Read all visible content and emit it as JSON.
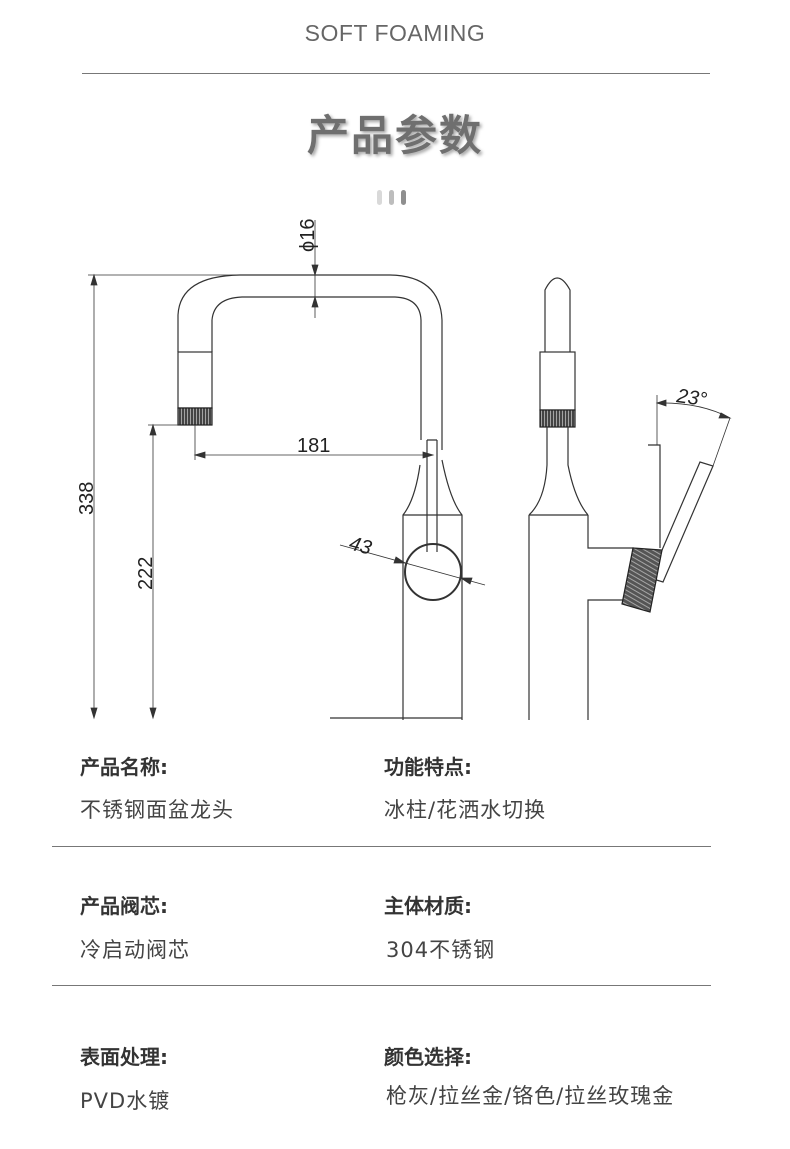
{
  "header": {
    "subtitle": "SOFT FOAMING",
    "title": "产品参数"
  },
  "colors": {
    "line": "#777777",
    "text": "#333333",
    "value_text": "#444444",
    "dot_light": "#d9d9d9",
    "dot_mid": "#bdbdbd",
    "dot_dark": "#8f8f8f"
  },
  "diagram": {
    "dim_pipe": "ϕ16",
    "dim_height_total": "338",
    "dim_height_outlet": "222",
    "dim_reach": "181",
    "dim_base": "43",
    "dim_angle": "23°"
  },
  "specs": [
    {
      "label": "产品名称:",
      "value": "不锈钢面盆龙头"
    },
    {
      "label": "功能特点:",
      "value": "冰柱/花洒水切换"
    },
    {
      "label": "产品阀芯:",
      "value": "冷启动阀芯"
    },
    {
      "label": "主体材质:",
      "value": "304不锈钢"
    },
    {
      "label": "表面处理:",
      "value": "PVD水镀"
    },
    {
      "label": "颜色选择:",
      "value": "枪灰/拉丝金/铬色/拉丝玫瑰金"
    }
  ]
}
